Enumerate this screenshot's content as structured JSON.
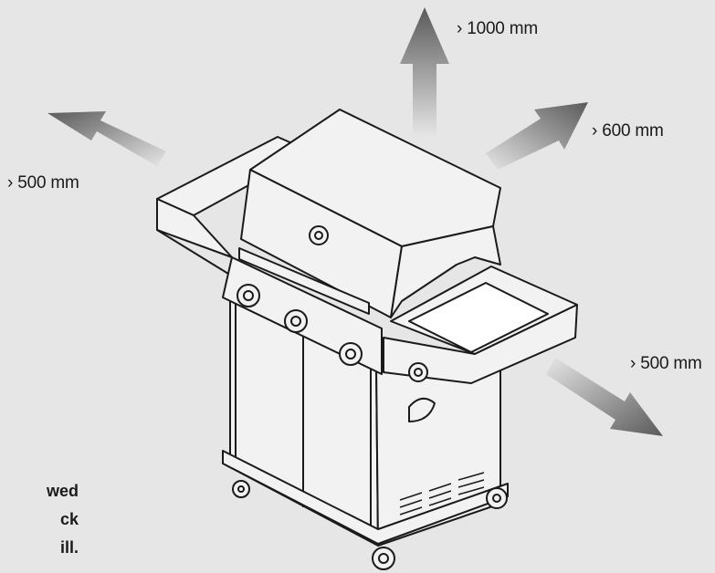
{
  "labels": {
    "top": "› 1000 mm",
    "right": "› 600 mm",
    "left": "› 500 mm",
    "right_bottom": "› 500 mm"
  },
  "note_lines": [
    "wed",
    "ck",
    "ill."
  ],
  "colors": {
    "background": "#e6e6e6",
    "arrow": "#5a5a5a",
    "outline": "#1a1a1a",
    "grill_fill": "#f2f2f2"
  },
  "icons": [
    "clearance-arrow-icon",
    "gas-grill-illustration"
  ]
}
